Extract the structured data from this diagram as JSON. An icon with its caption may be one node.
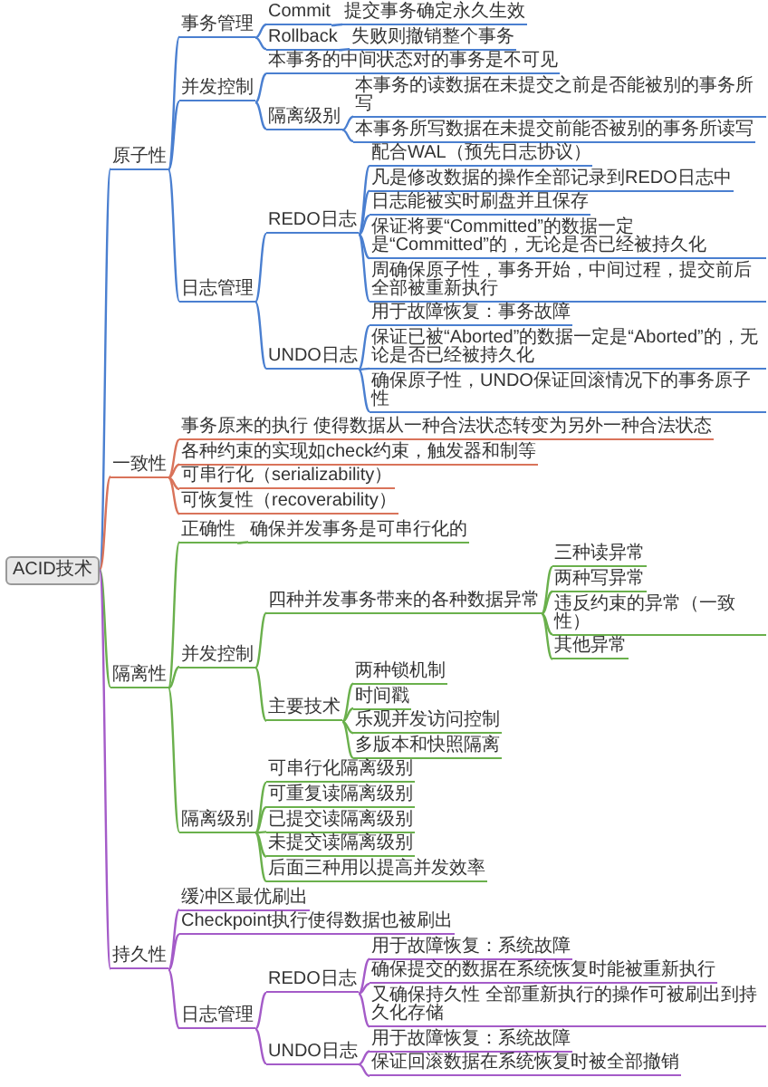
{
  "diagram": {
    "nodes": [
      {
        "text": [
          "ACID技术"
        ]
      },
      {
        "text": [
          "原子性"
        ]
      },
      {
        "text": [
          "事务管理"
        ]
      },
      {
        "text": [
          "Commit"
        ]
      },
      {
        "text": [
          "提交事务确定永久生效"
        ]
      },
      {
        "text": [
          "Rollback"
        ]
      },
      {
        "text": [
          "失败则撤销整个事务"
        ]
      },
      {
        "text": [
          "并发控制"
        ]
      },
      {
        "text": [
          "本事务的中间状态对的事务是不可见"
        ]
      },
      {
        "text": [
          "隔离级别"
        ]
      },
      {
        "text": [
          "本事务的读数据在未提交之前是否能被别的事务所写"
        ]
      },
      {
        "text": [
          "本事务所写数据在未提交前能否被别的事务所读写"
        ]
      },
      {
        "text": [
          "日志管理"
        ]
      },
      {
        "text": [
          "REDO日志"
        ]
      },
      {
        "text": [
          "配合WAL（预先日志协议）"
        ]
      },
      {
        "text": [
          "凡是修改数据的操作全部记录到REDO日志中"
        ]
      },
      {
        "text": [
          "日志能被实时刷盘并且保存"
        ]
      },
      {
        "text": [
          "保证将要“Committed”的数据一定是“Committed”的，无论是否已经被持久化"
        ]
      },
      {
        "text": [
          "周确保原子性，事务开始，中间过程，提交前后全部被重新执行"
        ]
      },
      {
        "text": [
          "UNDO日志"
        ]
      },
      {
        "text": [
          "用于故障恢复：事务故障"
        ]
      },
      {
        "text": [
          "保证已被“Aborted”的数据一定是“Aborted”的，无论是否已经被持久化"
        ]
      },
      {
        "text": [
          "确保原子性，UNDO保证回滚情况下的事务原子性"
        ]
      },
      {
        "text": [
          "一致性"
        ]
      },
      {
        "text": [
          "事务原来的执行 使得数据从一种合法状态转变为另外一种合法状态"
        ]
      },
      {
        "text": [
          "各种约束的实现如check约束，触发器和制等"
        ]
      },
      {
        "text": [
          "可串行化（serializability）"
        ]
      },
      {
        "text": [
          "可恢复性（recoverability）"
        ]
      },
      {
        "text": [
          "隔离性"
        ]
      },
      {
        "text": [
          "正确性"
        ]
      },
      {
        "text": [
          "确保并发事务是可串行化的"
        ]
      },
      {
        "text": [
          "并发控制"
        ]
      },
      {
        "text": [
          "四种并发事务带来的各种数据异常"
        ]
      },
      {
        "text": [
          "三种读异常"
        ]
      },
      {
        "text": [
          "两种写异常"
        ]
      },
      {
        "text": [
          "违反约束的异常（一致性）"
        ]
      },
      {
        "text": [
          "其他异常"
        ]
      },
      {
        "text": [
          "主要技术"
        ]
      },
      {
        "text": [
          "两种锁机制"
        ]
      },
      {
        "text": [
          "时间戳"
        ]
      },
      {
        "text": [
          "乐观并发访问控制"
        ]
      },
      {
        "text": [
          "多版本和快照隔离"
        ]
      },
      {
        "text": [
          "隔离级别"
        ]
      },
      {
        "text": [
          "可串行化隔离级别"
        ]
      },
      {
        "text": [
          "可重复读隔离级别"
        ]
      },
      {
        "text": [
          "已提交读隔离级别"
        ]
      },
      {
        "text": [
          "未提交读隔离级别"
        ]
      },
      {
        "text": [
          "后面三种用以提高并发效率"
        ]
      },
      {
        "text": [
          "持久性"
        ]
      },
      {
        "text": [
          "缓冲区最优刷出"
        ]
      },
      {
        "text": [
          "Checkpoint执行使得数据也被刷出"
        ]
      },
      {
        "text": [
          "日志管理"
        ]
      },
      {
        "text": [
          "REDO日志"
        ]
      },
      {
        "text": [
          "用于故障恢复：系统故障"
        ]
      },
      {
        "text": [
          "确保提交的数据在系统恢复时能被重新执行"
        ]
      },
      {
        "text": [
          "又确保持久性 全部重新执行的操作可被刷出到持久化存储"
        ]
      },
      {
        "text": [
          "UNDO日志"
        ]
      },
      {
        "text": [
          "用于故障恢复：系统故障"
        ]
      },
      {
        "text": [
          "保证回滚数据在系统恢复时被全部撤销"
        ]
      }
    ],
    "edges": [
      {
        "from": 0,
        "to": 1,
        "arrow": "none",
        "color": "#4a7fd0"
      },
      {
        "from": 1,
        "to": 2,
        "arrow": "none",
        "color": "#4a7fd0"
      },
      {
        "from": 2,
        "to": 3,
        "arrow": "none",
        "color": "#4a7fd0"
      },
      {
        "from": 3,
        "to": 4,
        "arrow": "none",
        "color": "#4a7fd0"
      },
      {
        "from": 2,
        "to": 5,
        "arrow": "none",
        "color": "#4a7fd0"
      },
      {
        "from": 5,
        "to": 6,
        "arrow": "none",
        "color": "#4a7fd0"
      },
      {
        "from": 1,
        "to": 7,
        "arrow": "none",
        "color": "#4a7fd0"
      },
      {
        "from": 7,
        "to": 8,
        "arrow": "none",
        "color": "#4a7fd0"
      },
      {
        "from": 7,
        "to": 9,
        "arrow": "none",
        "color": "#4a7fd0"
      },
      {
        "from": 9,
        "to": 10,
        "arrow": "none",
        "color": "#4a7fd0"
      },
      {
        "from": 9,
        "to": 11,
        "arrow": "none",
        "color": "#4a7fd0"
      },
      {
        "from": 1,
        "to": 12,
        "arrow": "none",
        "color": "#4a7fd0"
      },
      {
        "from": 12,
        "to": 13,
        "arrow": "none",
        "color": "#4a7fd0"
      },
      {
        "from": 13,
        "to": 14,
        "arrow": "none",
        "color": "#4a7fd0"
      },
      {
        "from": 13,
        "to": 15,
        "arrow": "none",
        "color": "#4a7fd0"
      },
      {
        "from": 13,
        "to": 16,
        "arrow": "none",
        "color": "#4a7fd0"
      },
      {
        "from": 13,
        "to": 17,
        "arrow": "none",
        "color": "#4a7fd0"
      },
      {
        "from": 13,
        "to": 18,
        "arrow": "none",
        "color": "#4a7fd0"
      },
      {
        "from": 12,
        "to": 19,
        "arrow": "none",
        "color": "#4a7fd0"
      },
      {
        "from": 19,
        "to": 20,
        "arrow": "none",
        "color": "#4a7fd0"
      },
      {
        "from": 19,
        "to": 21,
        "arrow": "none",
        "color": "#4a7fd0"
      },
      {
        "from": 19,
        "to": 22,
        "arrow": "none",
        "color": "#4a7fd0"
      },
      {
        "from": 0,
        "to": 23,
        "arrow": "none",
        "color": "#d9735a"
      },
      {
        "from": 23,
        "to": 24,
        "arrow": "none",
        "color": "#d9735a"
      },
      {
        "from": 23,
        "to": 25,
        "arrow": "none",
        "color": "#d9735a"
      },
      {
        "from": 23,
        "to": 26,
        "arrow": "none",
        "color": "#d9735a"
      },
      {
        "from": 23,
        "to": 27,
        "arrow": "none",
        "color": "#d9735a"
      },
      {
        "from": 0,
        "to": 28,
        "arrow": "none",
        "color": "#6ab04c"
      },
      {
        "from": 28,
        "to": 29,
        "arrow": "none",
        "color": "#6ab04c"
      },
      {
        "from": 29,
        "to": 30,
        "arrow": "none",
        "color": "#6ab04c"
      },
      {
        "from": 28,
        "to": 31,
        "arrow": "none",
        "color": "#6ab04c"
      },
      {
        "from": 31,
        "to": 32,
        "arrow": "none",
        "color": "#6ab04c"
      },
      {
        "from": 32,
        "to": 33,
        "arrow": "none",
        "color": "#6ab04c"
      },
      {
        "from": 32,
        "to": 34,
        "arrow": "none",
        "color": "#6ab04c"
      },
      {
        "from": 32,
        "to": 35,
        "arrow": "none",
        "color": "#6ab04c"
      },
      {
        "from": 32,
        "to": 36,
        "arrow": "none",
        "color": "#6ab04c"
      },
      {
        "from": 31,
        "to": 37,
        "arrow": "none",
        "color": "#6ab04c"
      },
      {
        "from": 37,
        "to": 38,
        "arrow": "none",
        "color": "#6ab04c"
      },
      {
        "from": 37,
        "to": 39,
        "arrow": "none",
        "color": "#6ab04c"
      },
      {
        "from": 37,
        "to": 40,
        "arrow": "none",
        "color": "#6ab04c"
      },
      {
        "from": 37,
        "to": 41,
        "arrow": "none",
        "color": "#6ab04c"
      },
      {
        "from": 28,
        "to": 42,
        "arrow": "none",
        "color": "#6ab04c"
      },
      {
        "from": 42,
        "to": 43,
        "arrow": "none",
        "color": "#6ab04c"
      },
      {
        "from": 42,
        "to": 44,
        "arrow": "none",
        "color": "#6ab04c"
      },
      {
        "from": 42,
        "to": 45,
        "arrow": "none",
        "color": "#6ab04c"
      },
      {
        "from": 42,
        "to": 46,
        "arrow": "none",
        "color": "#6ab04c"
      },
      {
        "from": 42,
        "to": 47,
        "arrow": "none",
        "color": "#6ab04c"
      },
      {
        "from": 0,
        "to": 48,
        "arrow": "none",
        "color": "#a45bc8"
      },
      {
        "from": 48,
        "to": 49,
        "arrow": "none",
        "color": "#a45bc8"
      },
      {
        "from": 48,
        "to": 50,
        "arrow": "none",
        "color": "#a45bc8"
      },
      {
        "from": 48,
        "to": 51,
        "arrow": "none",
        "color": "#a45bc8"
      },
      {
        "from": 51,
        "to": 52,
        "arrow": "none",
        "color": "#a45bc8"
      },
      {
        "from": 52,
        "to": 53,
        "arrow": "none",
        "color": "#a45bc8"
      },
      {
        "from": 52,
        "to": 54,
        "arrow": "none",
        "color": "#a45bc8"
      },
      {
        "from": 52,
        "to": 55,
        "arrow": "none",
        "color": "#a45bc8"
      },
      {
        "from": 51,
        "to": 56,
        "arrow": "none",
        "color": "#a45bc8"
      },
      {
        "from": 56,
        "to": 57,
        "arrow": "none",
        "color": "#a45bc8"
      },
      {
        "from": 56,
        "to": 58,
        "arrow": "none",
        "color": "#a45bc8"
      }
    ]
  }
}
